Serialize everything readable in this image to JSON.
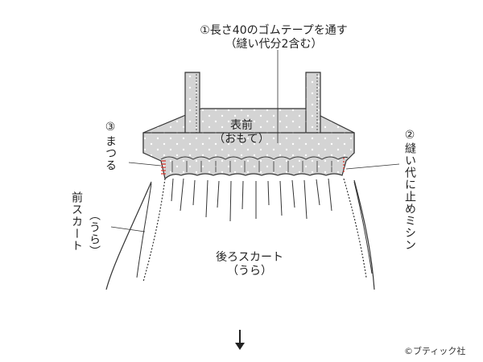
{
  "labels": {
    "step1_line1": "①長さ40のゴムテープを通す",
    "step1_line2": "（縫い代分2含む）",
    "front_outside_line1": "表前",
    "front_outside_line2": "（おもて）",
    "step3_number": "③",
    "step3_text": "まつる",
    "step2_vertical": "②縫い代に止めミシン",
    "front_skirt_line1": "前スカート",
    "front_skirt_line2": "（うら）",
    "back_skirt_line1": "後ろスカート",
    "back_skirt_line2": "（うら）"
  },
  "copyright": "©ブティック社",
  "colors": {
    "line": "#333333",
    "fabric": "#d4d4d4",
    "fabric_dots": "#ffffff",
    "stitch_red": "#d9342b"
  }
}
